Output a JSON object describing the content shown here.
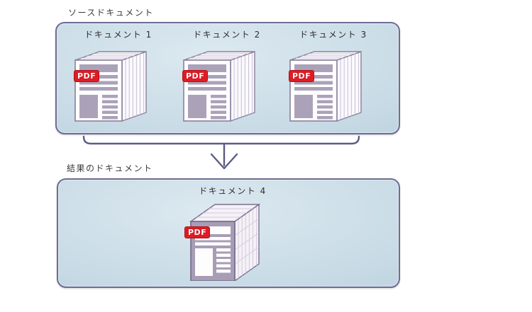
{
  "diagram": {
    "source_section": {
      "label": "ソースドキュメント",
      "documents": [
        {
          "label": "ドキュメント 1",
          "badge": "PDF"
        },
        {
          "label": "ドキュメント 2",
          "badge": "PDF"
        },
        {
          "label": "ドキュメント 3",
          "badge": "PDF"
        }
      ]
    },
    "result_section": {
      "label": "結果のドキュメント",
      "documents": [
        {
          "label": "ドキュメント 4",
          "badge": "PDF"
        }
      ]
    },
    "colors": {
      "panel_fill_center": "#dce9f0",
      "panel_fill_edge": "#b2cbd9",
      "panel_border": "#6c6c95",
      "arrow": "#5c5c84",
      "pdf_badge_red": "#e01b24",
      "doc_outline": "#8a7f9d",
      "doc_content_gray": "#aba2b9",
      "result_doc_face": "#a79db5"
    }
  }
}
